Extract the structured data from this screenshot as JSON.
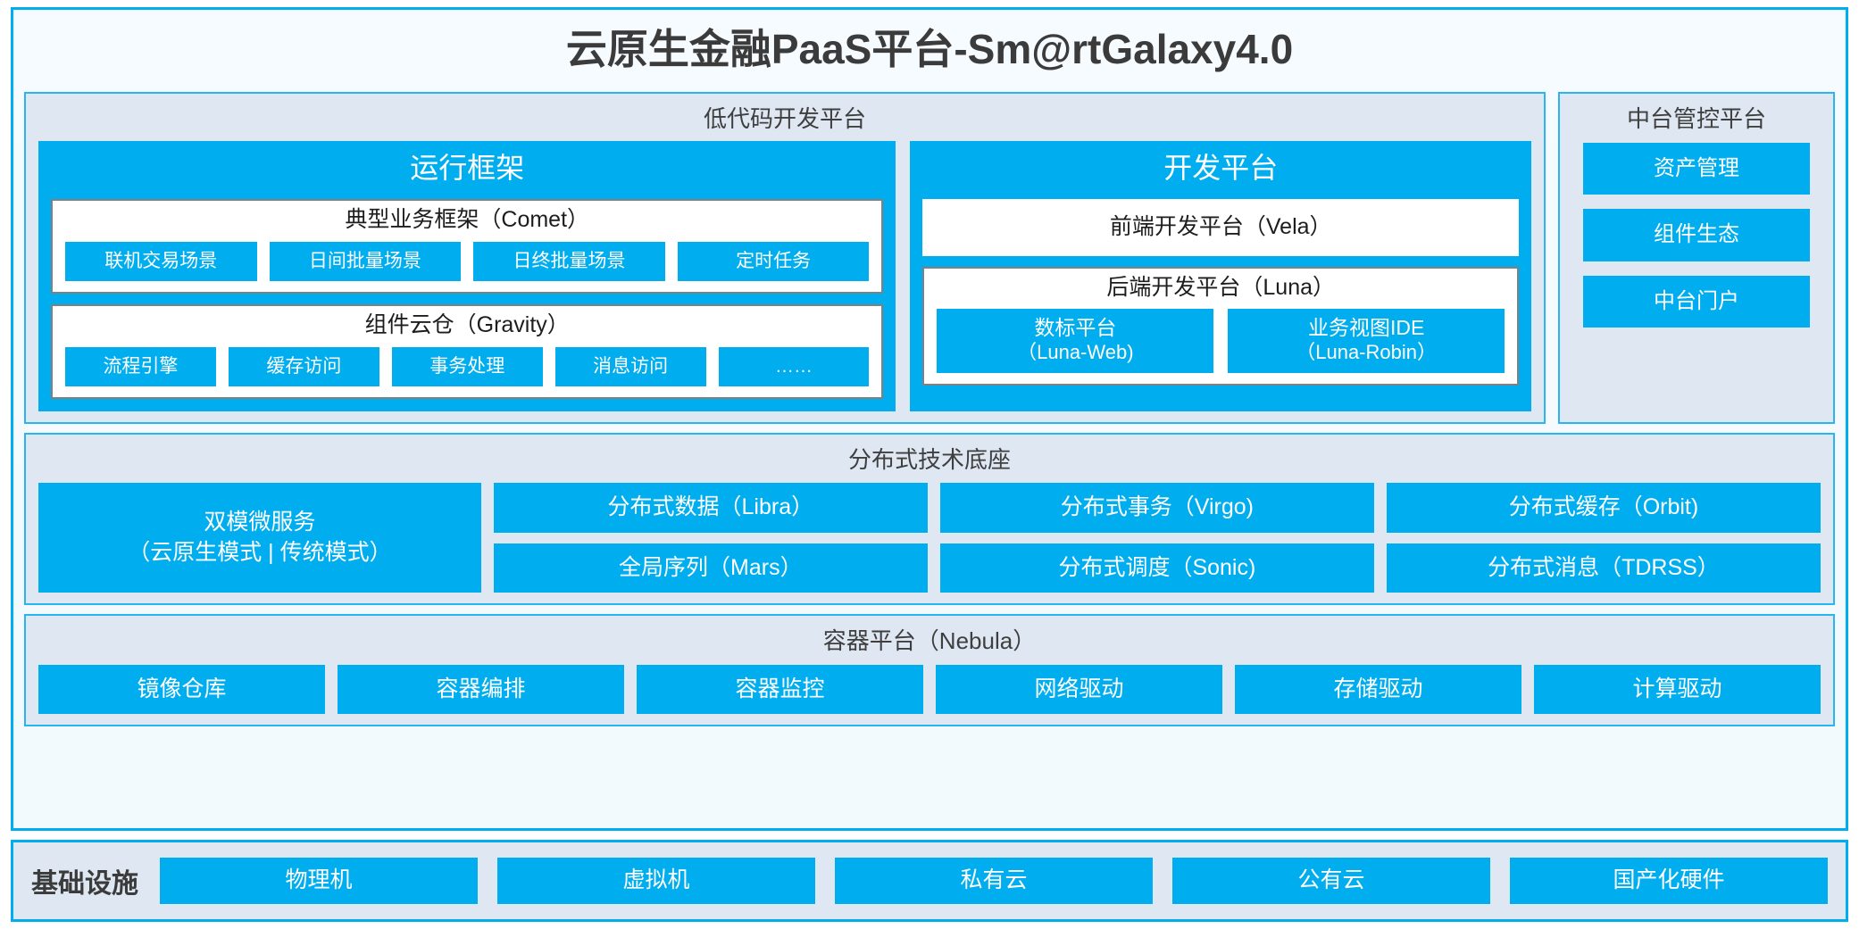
{
  "header": {
    "title": "云原生金融PaaS平台-Sm@rtGalaxy4.0"
  },
  "lowcode": {
    "title": "低代码开发平台",
    "runtime": {
      "title": "运行框架",
      "comet": {
        "title": "典型业务框架（Comet）",
        "items": [
          "联机交易场景",
          "日间批量场景",
          "日终批量场景",
          "定时任务"
        ]
      },
      "gravity": {
        "title": "组件云仓（Gravity）",
        "items": [
          "流程引擎",
          "缓存访问",
          "事务处理",
          "消息访问",
          "……"
        ]
      }
    },
    "devplatform": {
      "title": "开发平台",
      "frontend": "前端开发平台（Vela）",
      "backend": {
        "title": "后端开发平台（Luna）",
        "items": [
          {
            "name": "数标平台",
            "code": "（Luna-Web)"
          },
          {
            "name": "业务视图IDE",
            "code": "（Luna-Robin）"
          }
        ]
      }
    }
  },
  "control_platform": {
    "title": "中台管控平台",
    "items": [
      "资产管理",
      "组件生态",
      "中台门户"
    ]
  },
  "distributed": {
    "title": "分布式技术底座",
    "microservice": {
      "line1": "双模微服务",
      "line2": "（云原生模式 | 传统模式）"
    },
    "columns": [
      [
        "分布式数据（Libra）",
        "全局序列（Mars）"
      ],
      [
        "分布式事务（Virgo)",
        "分布式调度（Sonic)"
      ],
      [
        "分布式缓存（Orbit)",
        "分布式消息（TDRSS）"
      ]
    ]
  },
  "container": {
    "title": "容器平台（Nebula）",
    "items": [
      "镜像仓库",
      "容器编排",
      "容器监控",
      "网络驱动",
      "存储驱动",
      "计算驱动"
    ]
  },
  "infrastructure": {
    "label": "基础设施",
    "items": [
      "物理机",
      "虚拟机",
      "私有云",
      "公有云",
      "国产化硬件"
    ]
  },
  "colors": {
    "accent": "#00aeef",
    "panel_bg": "#dee7f2",
    "card_bg": "#f5fbfe",
    "text_dark": "#3b3b3b",
    "white_box_border": "#808080"
  }
}
